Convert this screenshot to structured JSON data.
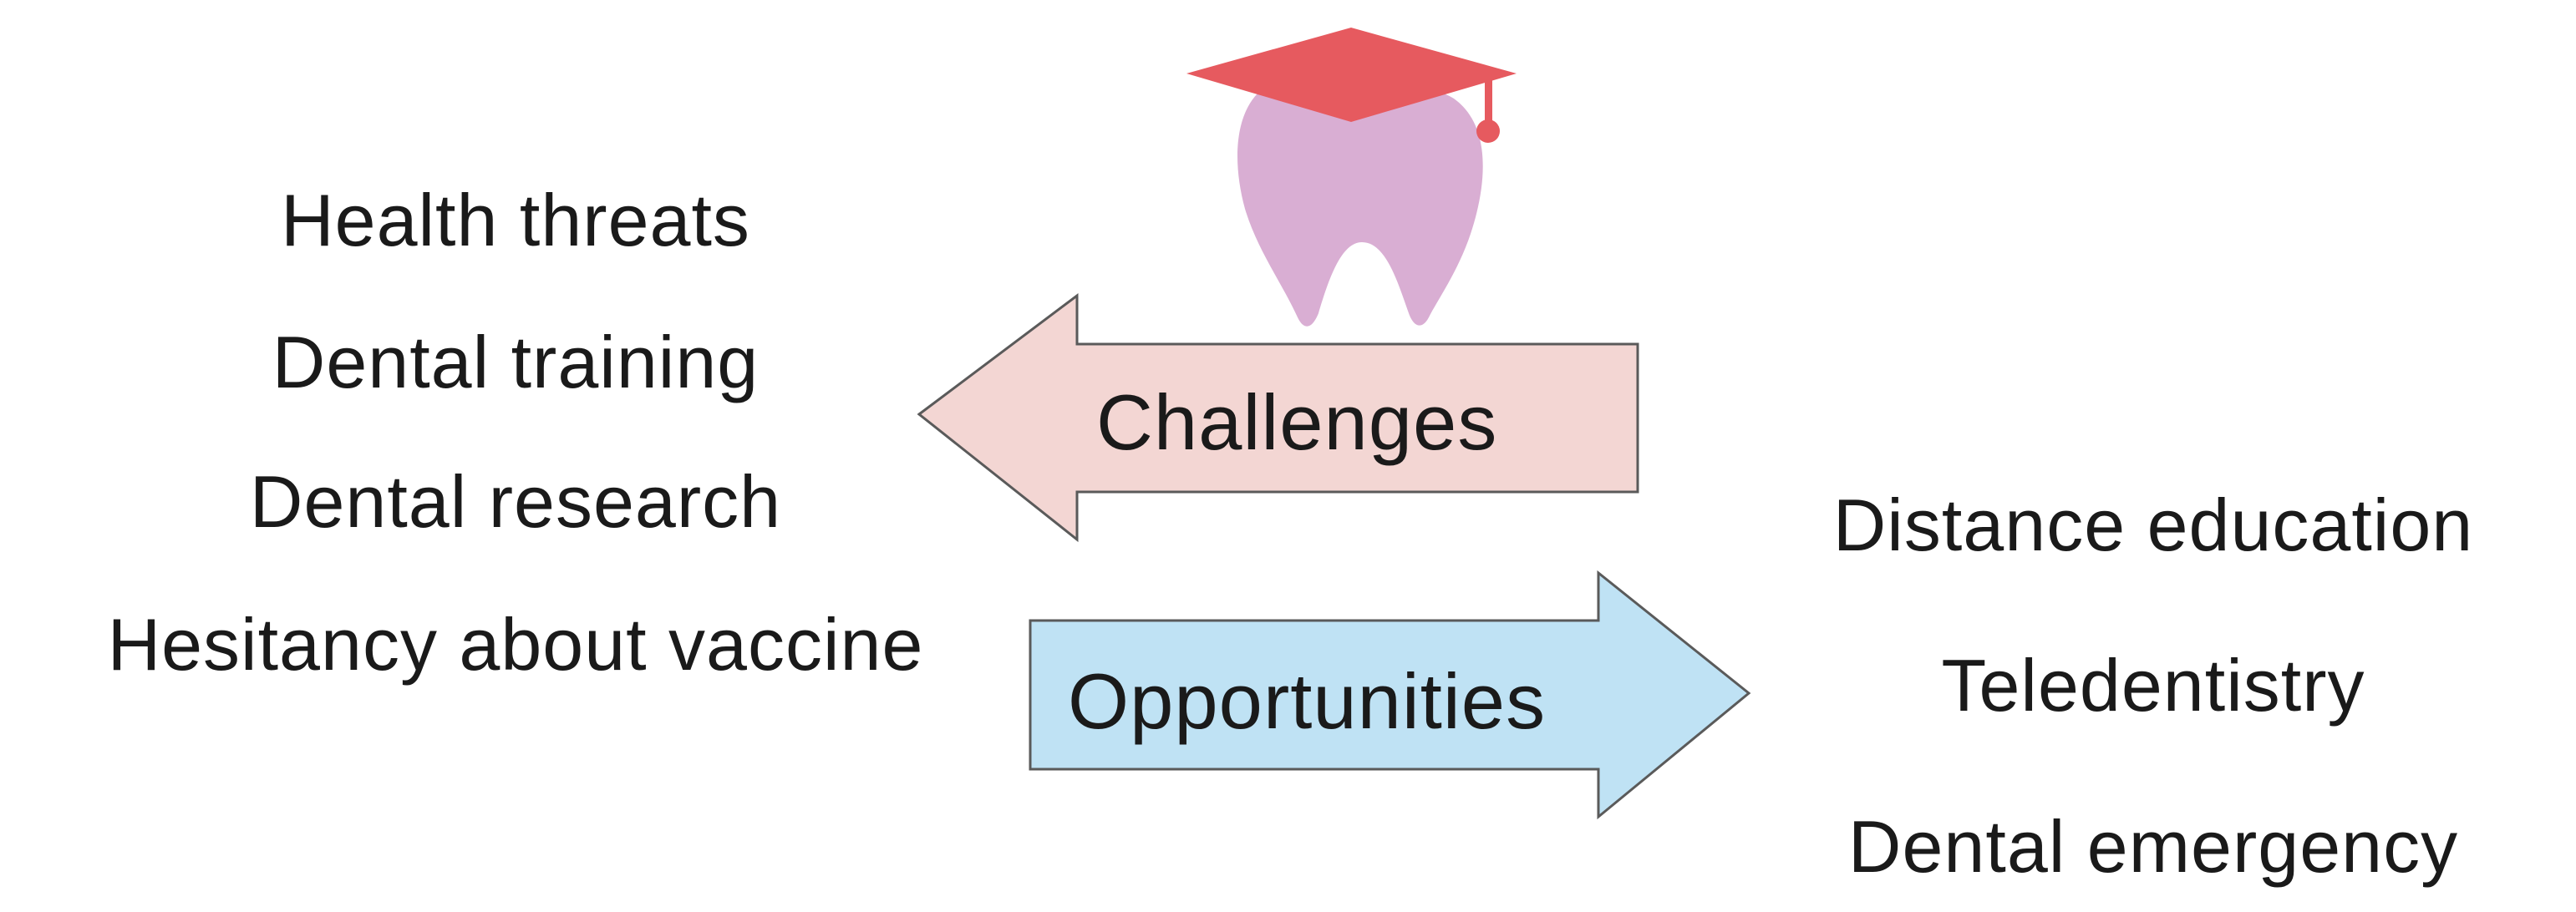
{
  "challenges_label": "Challenges",
  "opportunities_label": "Opportunities",
  "challenges": [
    "Health threats",
    "Dental training",
    "Dental research",
    "Hesitancy about vaccine"
  ],
  "opportunities": [
    "Distance education",
    "Teledentistry",
    "Dental emergency"
  ],
  "icon": "tooth-with-graduation-cap-icon",
  "colors": {
    "challenges_arrow": "#f3d6d3",
    "opportunities_arrow": "#bfe2f4",
    "arrow_outline": "#5a5a5a",
    "tooth": "#d9aed3",
    "cap": "#e65a5f",
    "text": "#1a1a1a"
  }
}
